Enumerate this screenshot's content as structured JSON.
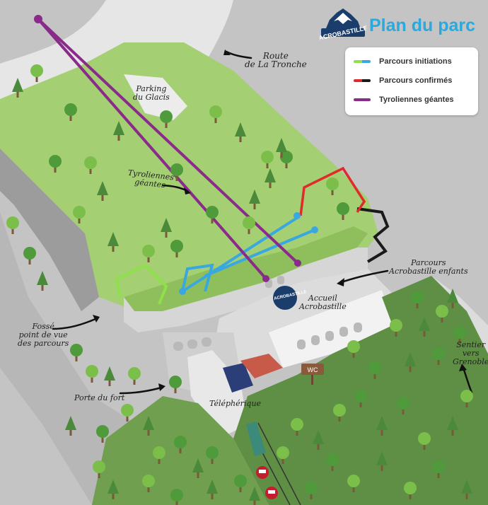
{
  "map": {
    "title": "Plan du parc",
    "logo_text": "ACROBASTILLE",
    "accueil_logo_text": "ACROBASTILLE",
    "colors": {
      "background": "#c9c9c9",
      "grass": "#a4cf72",
      "grass_dark": "#8fbf5c",
      "fort_wall": "#d8d8d8",
      "brand_blue": "#2aa9dc",
      "initiation": "#8fe04a",
      "initiation_blue": "#3aa8e0",
      "confirmed": "#e02b2b",
      "zipline": "#8a2a8a",
      "black_route": "#1a1a1a"
    },
    "legend": [
      {
        "label": "Parcours initiations",
        "colors": [
          "#8fe04a",
          "#3aa8e0"
        ]
      },
      {
        "label": "Parcours confirmés",
        "colors": [
          "#e02b2b",
          "#1a1a1a"
        ]
      },
      {
        "label": "Tyroliennes géantes",
        "colors": [
          "#8a2a8a"
        ]
      }
    ],
    "labels": {
      "route_tronche": "Route\nde La Tronche",
      "parking": "Parking\ndu Glacis",
      "tyroliennes": "Tyroliennes\ngéantes",
      "parcours_enfants": "Parcours\nAcrobastille enfants",
      "accueil": "Accueil\nAcrobastille",
      "fosse": "Fossé\npoint de vue\ndes parcours",
      "sentier": "Sentier\nvers\nGrenoble",
      "porte": "Porte du fort",
      "telepherique": "Téléphérique",
      "wc": "WC"
    },
    "icons": [
      "arrow-icon",
      "tree-icon",
      "cable-car-icon",
      "wc-sign-icon"
    ]
  }
}
